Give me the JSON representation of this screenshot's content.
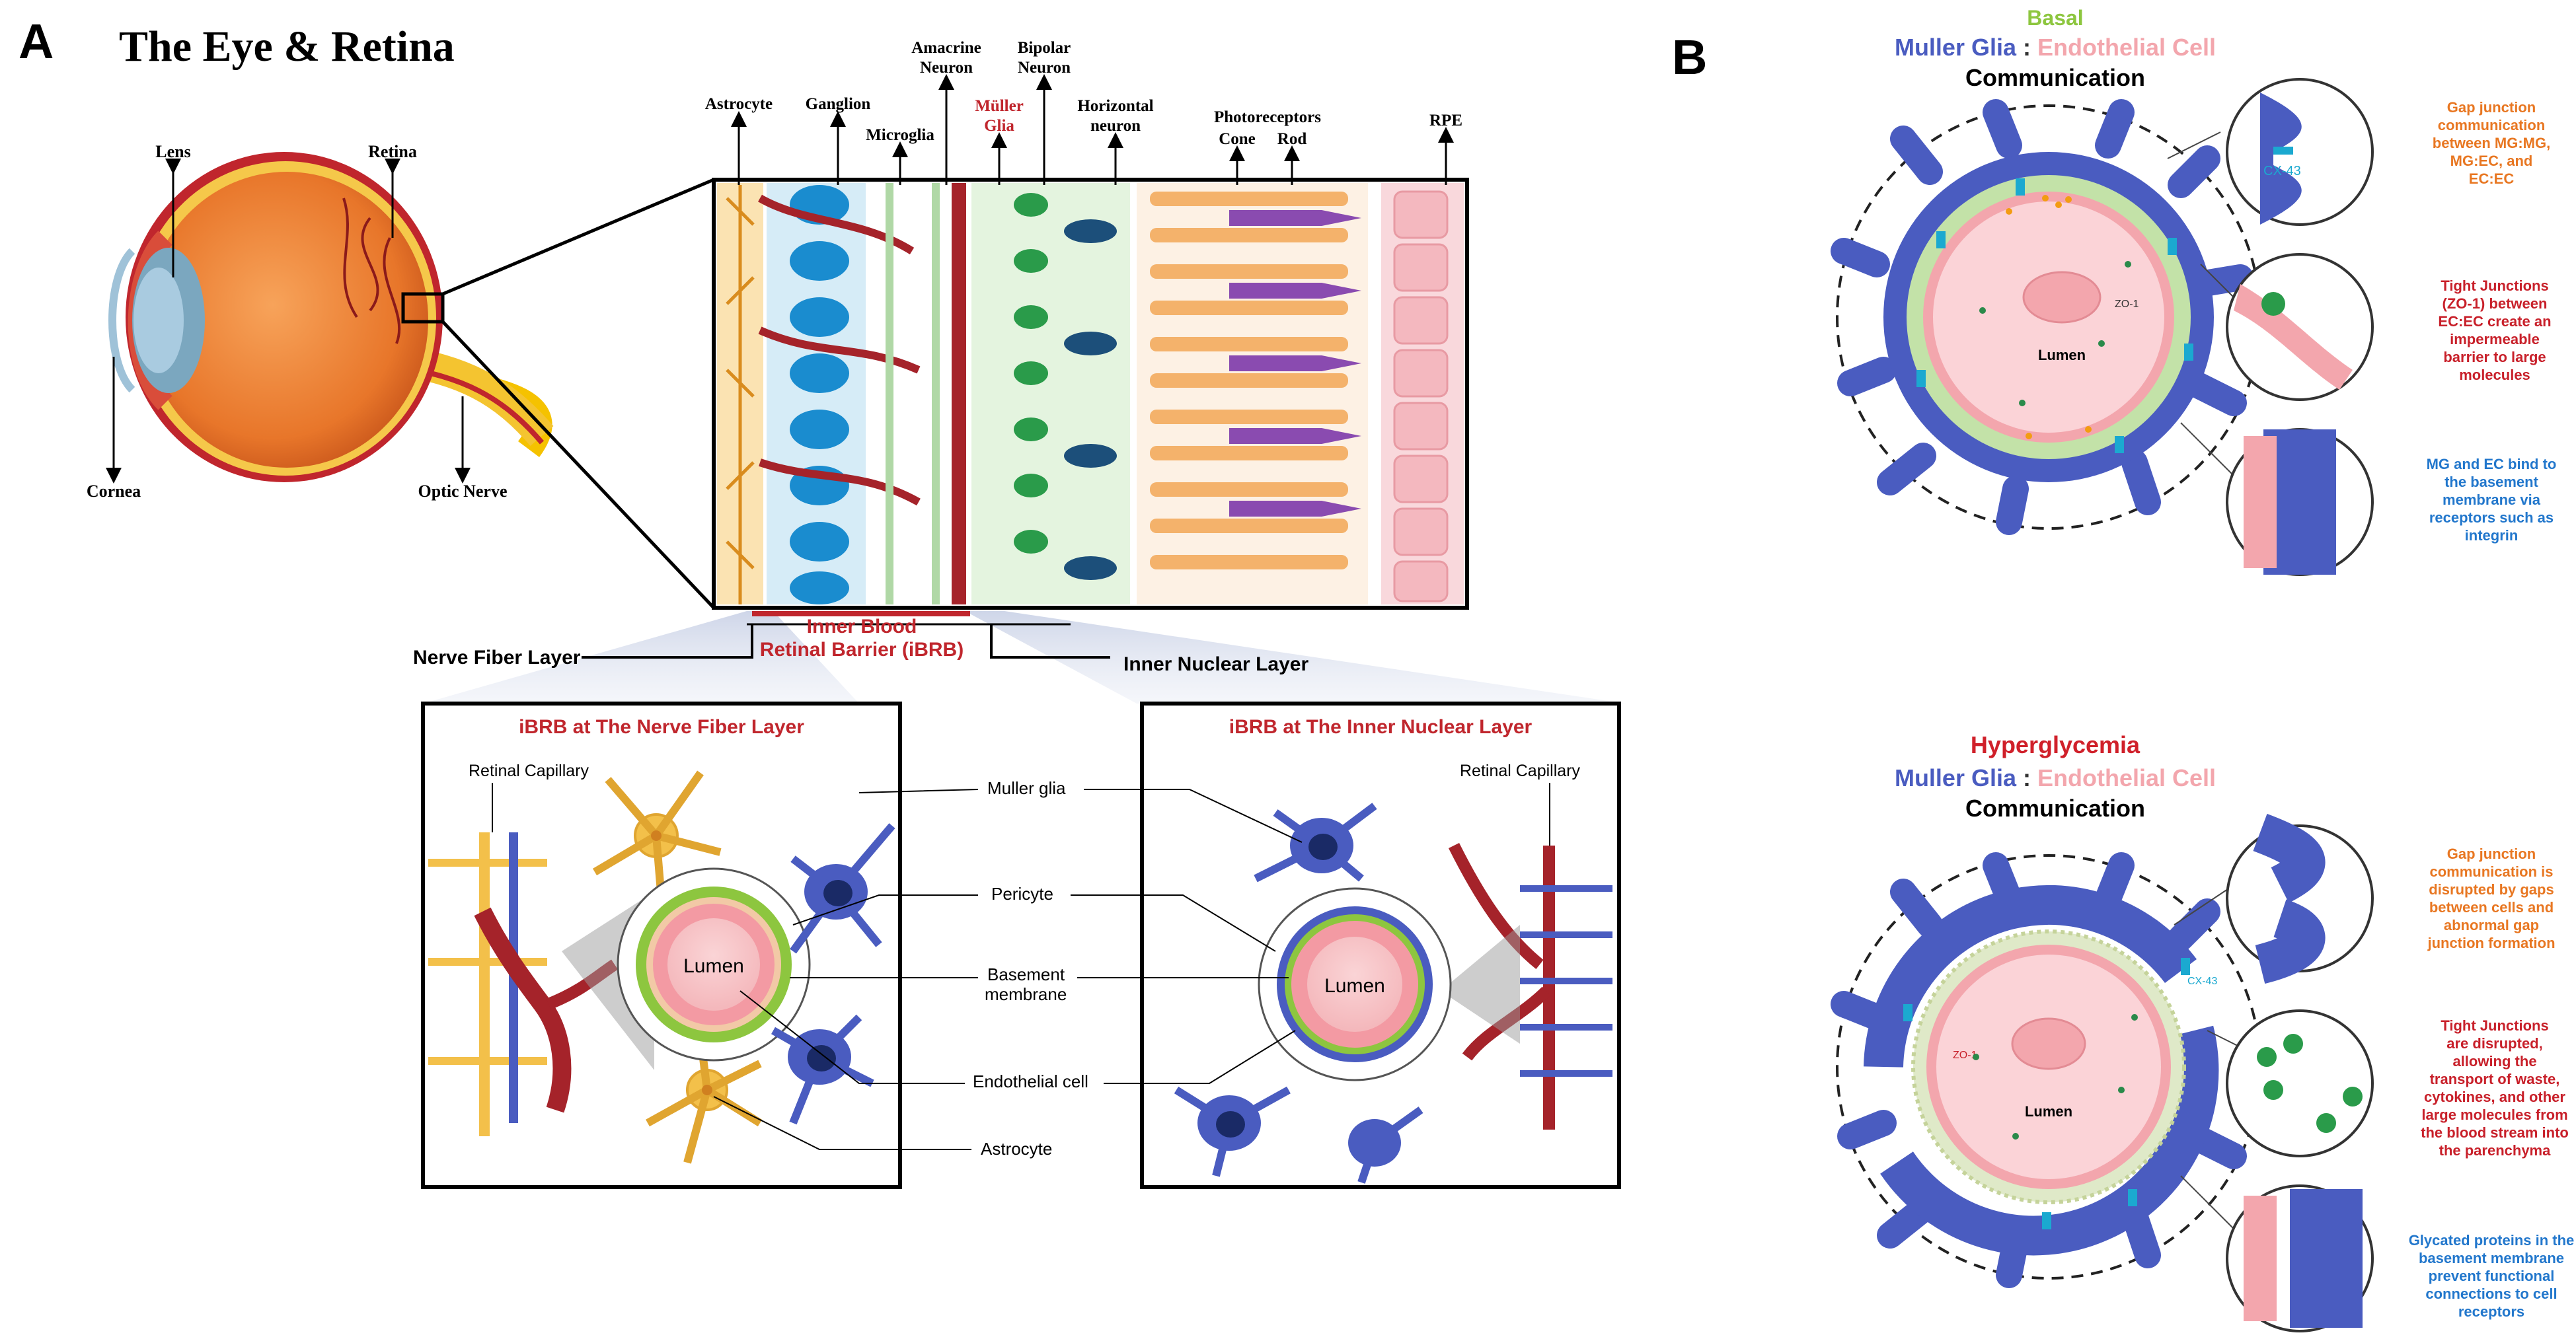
{
  "panel_a": {
    "letter": "A",
    "title": "The Eye & Retina",
    "eye_labels": {
      "lens": "Lens",
      "retina": "Retina",
      "cornea": "Cornea",
      "optic_nerve": "Optic Nerve"
    },
    "cell_labels": {
      "astrocyte": "Astrocyte",
      "ganglion": "Ganglion",
      "microglia": "Microglia",
      "amacrine_1": "Amacrine",
      "amacrine_2": "Neuron",
      "muller_1": "Müller",
      "muller_2": "Glia",
      "bipolar_1": "Bipolar",
      "bipolar_2": "Neuron",
      "horizontal_1": "Horizontal",
      "horizontal_2": "neuron",
      "photoreceptors": "Photoreceptors",
      "cone": "Cone",
      "rod": "Rod",
      "rpe": "RPE"
    },
    "layers": {
      "nerve_fiber": "Nerve Fiber Layer",
      "ibrb_1": "Inner Blood",
      "ibrb_2": "Retinal Barrier (iBRB)",
      "inner_nuclear": "Inner Nuclear Layer"
    },
    "inset_left": {
      "title": "iBRB at The Nerve Fiber Layer",
      "capillary": "Retinal Capillary",
      "lumen": "Lumen"
    },
    "inset_right": {
      "title": "iBRB at The Inner Nuclear Layer",
      "capillary": "Retinal Capillary",
      "lumen": "Lumen"
    },
    "legend": {
      "muller_glia": "Muller glia",
      "pericyte": "Pericyte",
      "basement_1": "Basement",
      "basement_2": "membrane",
      "endothelial": "Endothelial cell",
      "astrocyte": "Astrocyte"
    }
  },
  "panel_b": {
    "letter": "B",
    "basal": {
      "title": "Basal",
      "sub_mg": "Muller Glia",
      "sub_sep": " : ",
      "sub_ec": "Endothelial Cell",
      "communication": "Communication",
      "lumen": "Lumen",
      "cx43": "CX-43",
      "zo1": "ZO-1",
      "note_gap": [
        "Gap junction",
        "communication",
        "between MG:MG,",
        "MG:EC, and",
        "EC:EC"
      ],
      "note_tight": [
        "Tight Junctions",
        "(ZO-1) between",
        "EC:EC create an",
        "impermeable",
        "barrier to large",
        "molecules"
      ],
      "note_bm": [
        "MG and EC bind to",
        "the basement",
        "membrane via",
        "receptors such as",
        "integrin"
      ]
    },
    "hyper": {
      "title": "Hyperglycemia",
      "sub_mg": "Muller Glia",
      "sub_sep": " : ",
      "sub_ec": "Endothelial Cell",
      "communication": "Communication",
      "lumen": "Lumen",
      "cx43": "CX-43",
      "zo1": "ZO-1",
      "note_gap": [
        "Gap junction",
        "communication is",
        "disrupted by gaps",
        "between cells and",
        "abnormal gap",
        "junction formation"
      ],
      "note_tight": [
        "Tight Junctions",
        "are disrupted,",
        "allowing the",
        "transport of waste,",
        "cytokines, and other",
        "large molecules from",
        "the blood stream into",
        "the parenchyma"
      ],
      "note_bm": [
        "Glycated proteins in the",
        "basement membrane",
        "prevent functional",
        "connections to cell",
        "receptors"
      ]
    }
  },
  "colors": {
    "muller_blue": "#4a5cc0",
    "endothelial_pink": "#f3a6ad",
    "basal_green": "#8dc63f",
    "hyper_red": "#d0202a",
    "orange_note": "#e87722",
    "red_note": "#c8202a",
    "blue_note": "#2277cc",
    "ibrb_red": "#c0262d"
  }
}
